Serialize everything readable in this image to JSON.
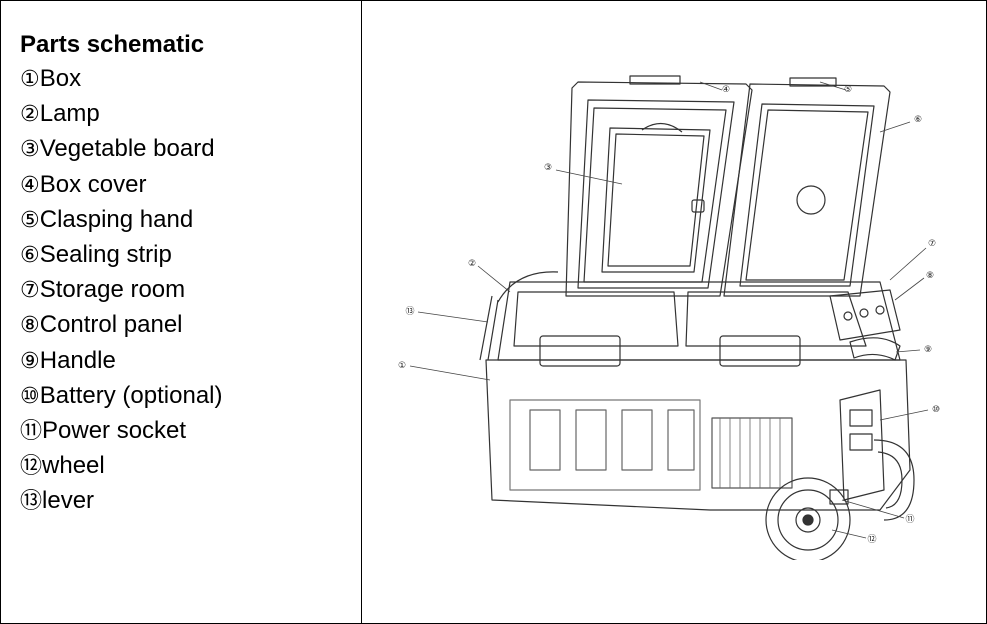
{
  "legend": {
    "title": "Parts schematic",
    "items": [
      {
        "num": "①",
        "label": "Box"
      },
      {
        "num": "②",
        "label": "Lamp"
      },
      {
        "num": "③",
        "label": "Vegetable board"
      },
      {
        "num": "④",
        "label": "Box cover"
      },
      {
        "num": "⑤",
        "label": "Clasping hand"
      },
      {
        "num": "⑥",
        "label": "Sealing strip"
      },
      {
        "num": "⑦",
        "label": "Storage room"
      },
      {
        "num": "⑧",
        "label": "Control panel"
      },
      {
        "num": "⑨",
        "label": "Handle"
      },
      {
        "num": "⑩",
        "label": "Battery (optional)"
      },
      {
        "num": "⑪",
        "label": "Power socket"
      },
      {
        "num": "⑫",
        "label": "wheel"
      },
      {
        "num": "⑬",
        "label": "lever"
      }
    ]
  },
  "callouts": [
    "①",
    "②",
    "③",
    "④",
    "⑤",
    "⑥",
    "⑦",
    "⑧",
    "⑨",
    "⑩",
    "⑪",
    "⑫",
    "⑬"
  ]
}
